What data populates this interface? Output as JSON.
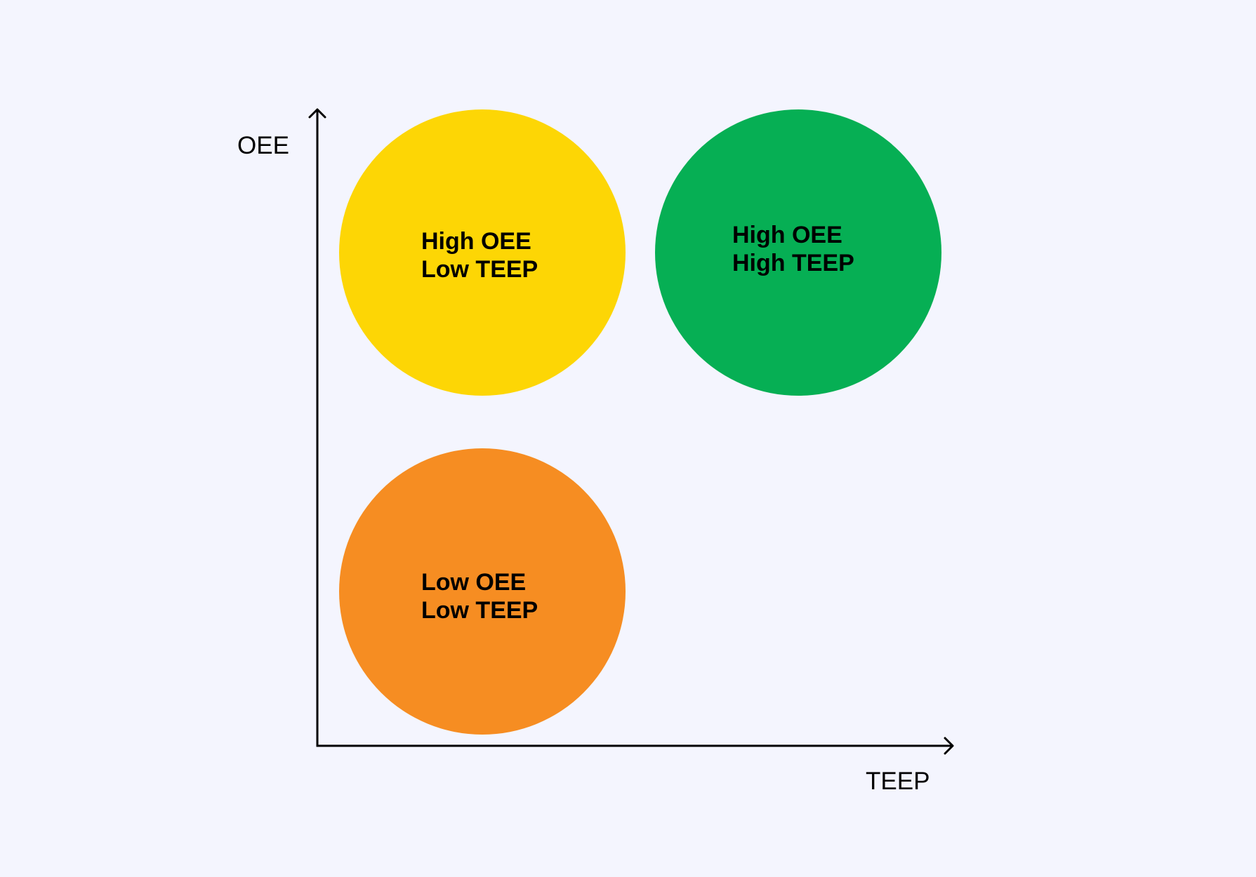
{
  "diagram": {
    "type": "quadrant-bubble-matrix",
    "background_color": "#F4F5FE",
    "axes": {
      "y_label": "OEE",
      "x_label": "TEEP",
      "color": "#000000"
    },
    "bubbles": [
      {
        "id": "high-oee-low-teep",
        "lines": [
          "High OEE",
          "Low TEEP"
        ],
        "color": "#FDD605",
        "quadrant": "top-left"
      },
      {
        "id": "high-oee-high-teep",
        "lines": [
          "High OEE",
          "High TEEP"
        ],
        "color": "#06AF54",
        "quadrant": "top-right"
      },
      {
        "id": "low-oee-low-teep",
        "lines": [
          "Low OEE",
          "Low TEEP"
        ],
        "color": "#F68D22",
        "quadrant": "bottom-left"
      }
    ]
  }
}
